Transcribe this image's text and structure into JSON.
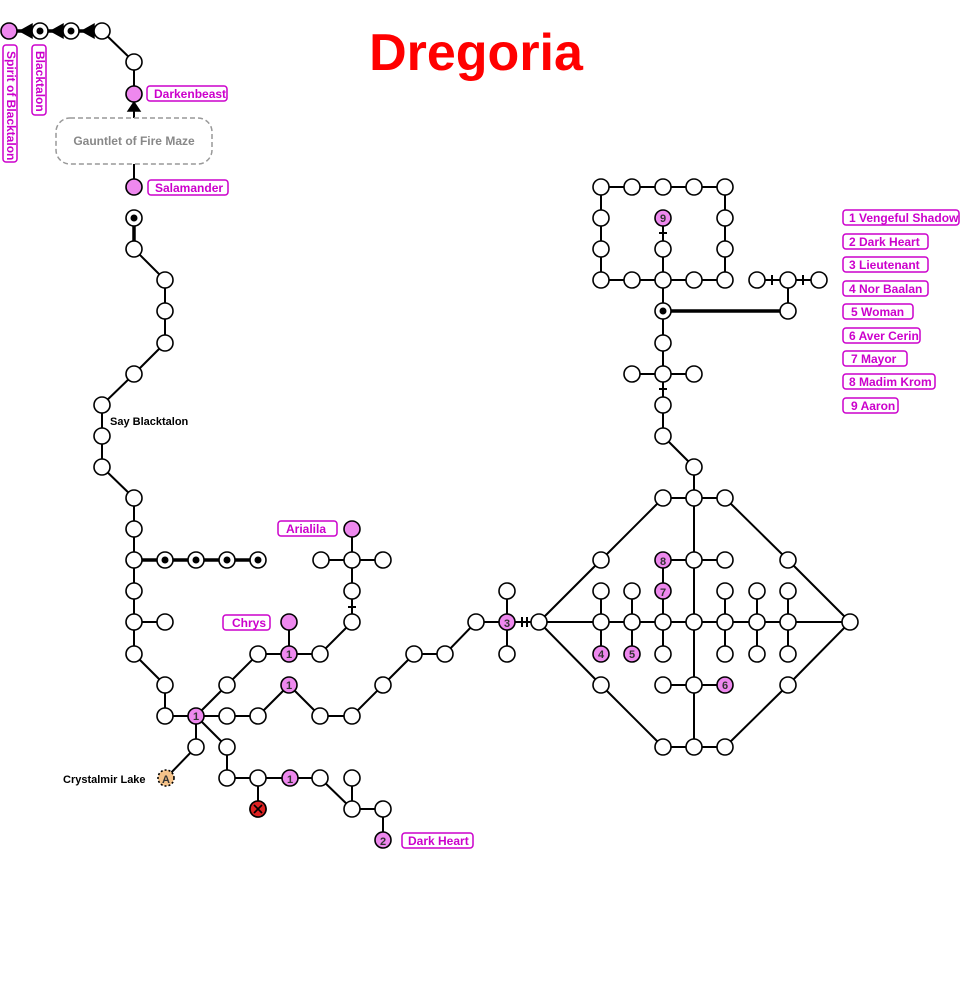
{
  "title": "Dregoria",
  "colors": {
    "title": "#ff0000",
    "label": "#cc00cc",
    "label_bg": "#ffffff",
    "special_room": "#ee88ee",
    "start_room": "#f5c38a",
    "danger_room": "#dd2222",
    "maze_border": "#999999",
    "maze_text": "#888888"
  },
  "maze": {
    "label": "Gauntlet of Fire Maze"
  },
  "vertical_labels": {
    "spirit": "Spirit of Blacktalon",
    "blacktalon": "Blacktalon"
  },
  "map_labels": {
    "darkenbeast": "Darkenbeast",
    "salamander": "Salamander",
    "arialila": "Arialila",
    "chrys": "Chrys",
    "dark_heart": "Dark Heart"
  },
  "plain_labels": {
    "say_blacktalon": "Say Blacktalon",
    "crystalmir_lake": "Crystalmir Lake"
  },
  "markers": {
    "start": "A",
    "n1": "1",
    "n2": "2",
    "n3": "3",
    "n4": "4",
    "n5": "5",
    "n6": "6",
    "n7": "7",
    "n8": "8",
    "n9": "9"
  },
  "legend": [
    "1 Vengeful Shadow",
    "2 Dark Heart",
    "3 Lieutenant",
    "4 Nor Baalan",
    "5 Woman",
    "6 Aver Cerin",
    "7 Mayor",
    "8 Madim Krom",
    "9 Aaron"
  ]
}
